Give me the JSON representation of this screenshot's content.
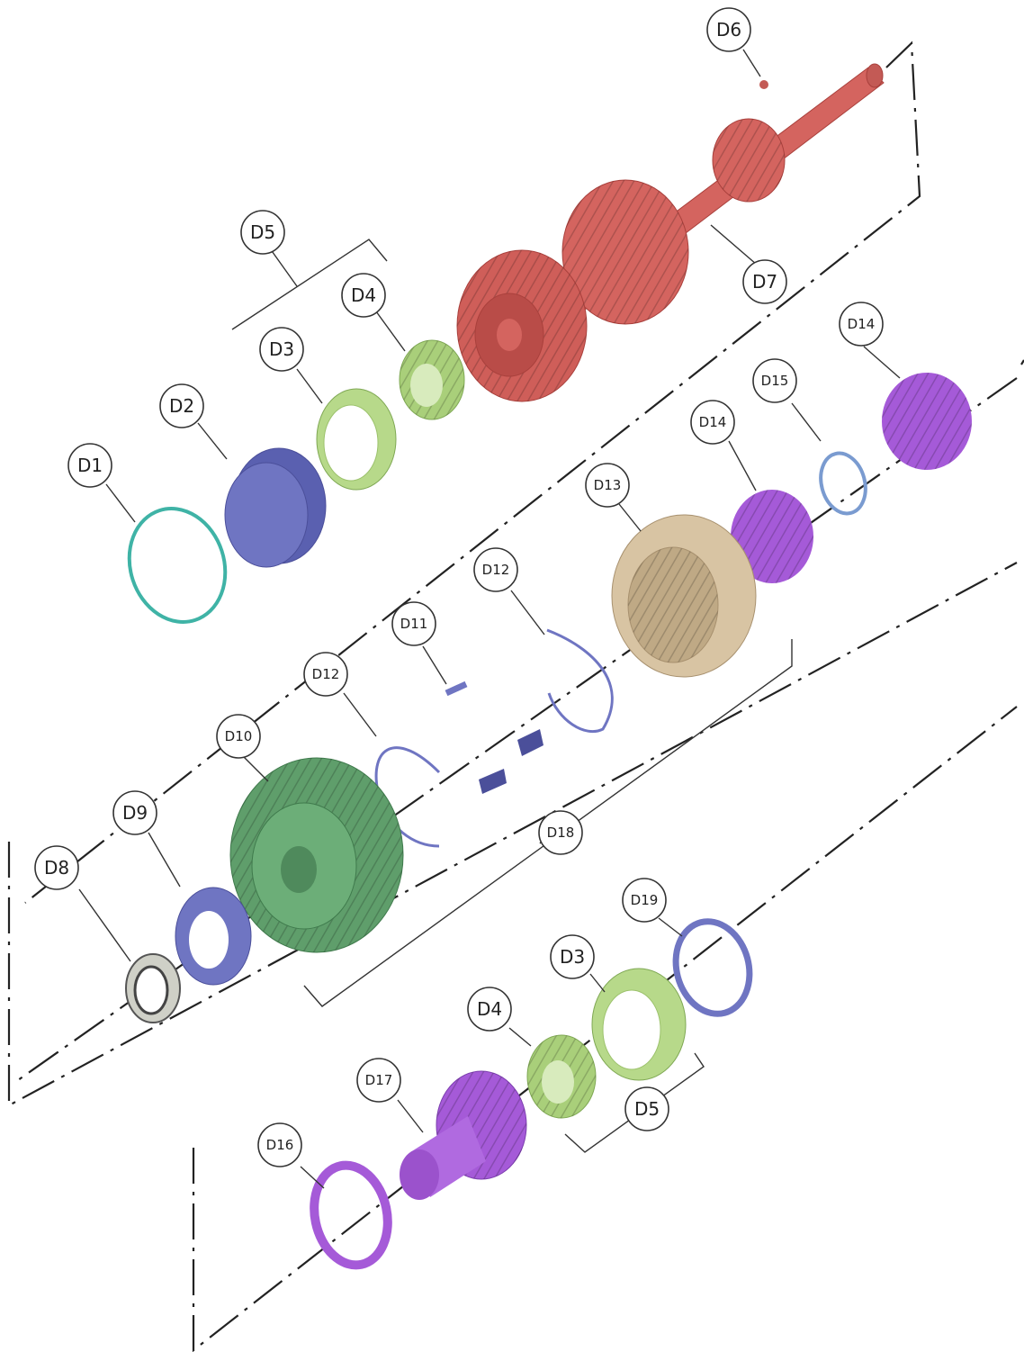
{
  "colors": {
    "shaft": "#d4645f",
    "shaft_dark": "#a9403c",
    "green_light": "#b7d98a",
    "green_dark": "#7fa854",
    "blue": "#6f75c2",
    "blue_dark": "#4b4f9a",
    "purple": "#a55ad8",
    "teal": "#3fb3a6",
    "tan": "#d8c4a3",
    "gear_green": "#5f9e6b",
    "bearing": "#cfd0c7"
  },
  "labels": {
    "d1": "D1",
    "d2": "D2",
    "d3_top": "D3",
    "d4_top": "D4",
    "d5_top": "D5",
    "d6": "D6",
    "d7": "D7",
    "d8": "D8",
    "d9": "D9",
    "d10": "D10",
    "d11": "D11",
    "d12_left": "D12",
    "d12_right": "D12",
    "d13": "D13",
    "d14_left": "D14",
    "d14_right": "D14",
    "d15": "D15",
    "d16": "D16",
    "d17": "D17",
    "d18": "D18",
    "d19": "D19",
    "d3_bottom": "D3",
    "d4_bottom": "D4",
    "d5_bottom": "D5"
  }
}
